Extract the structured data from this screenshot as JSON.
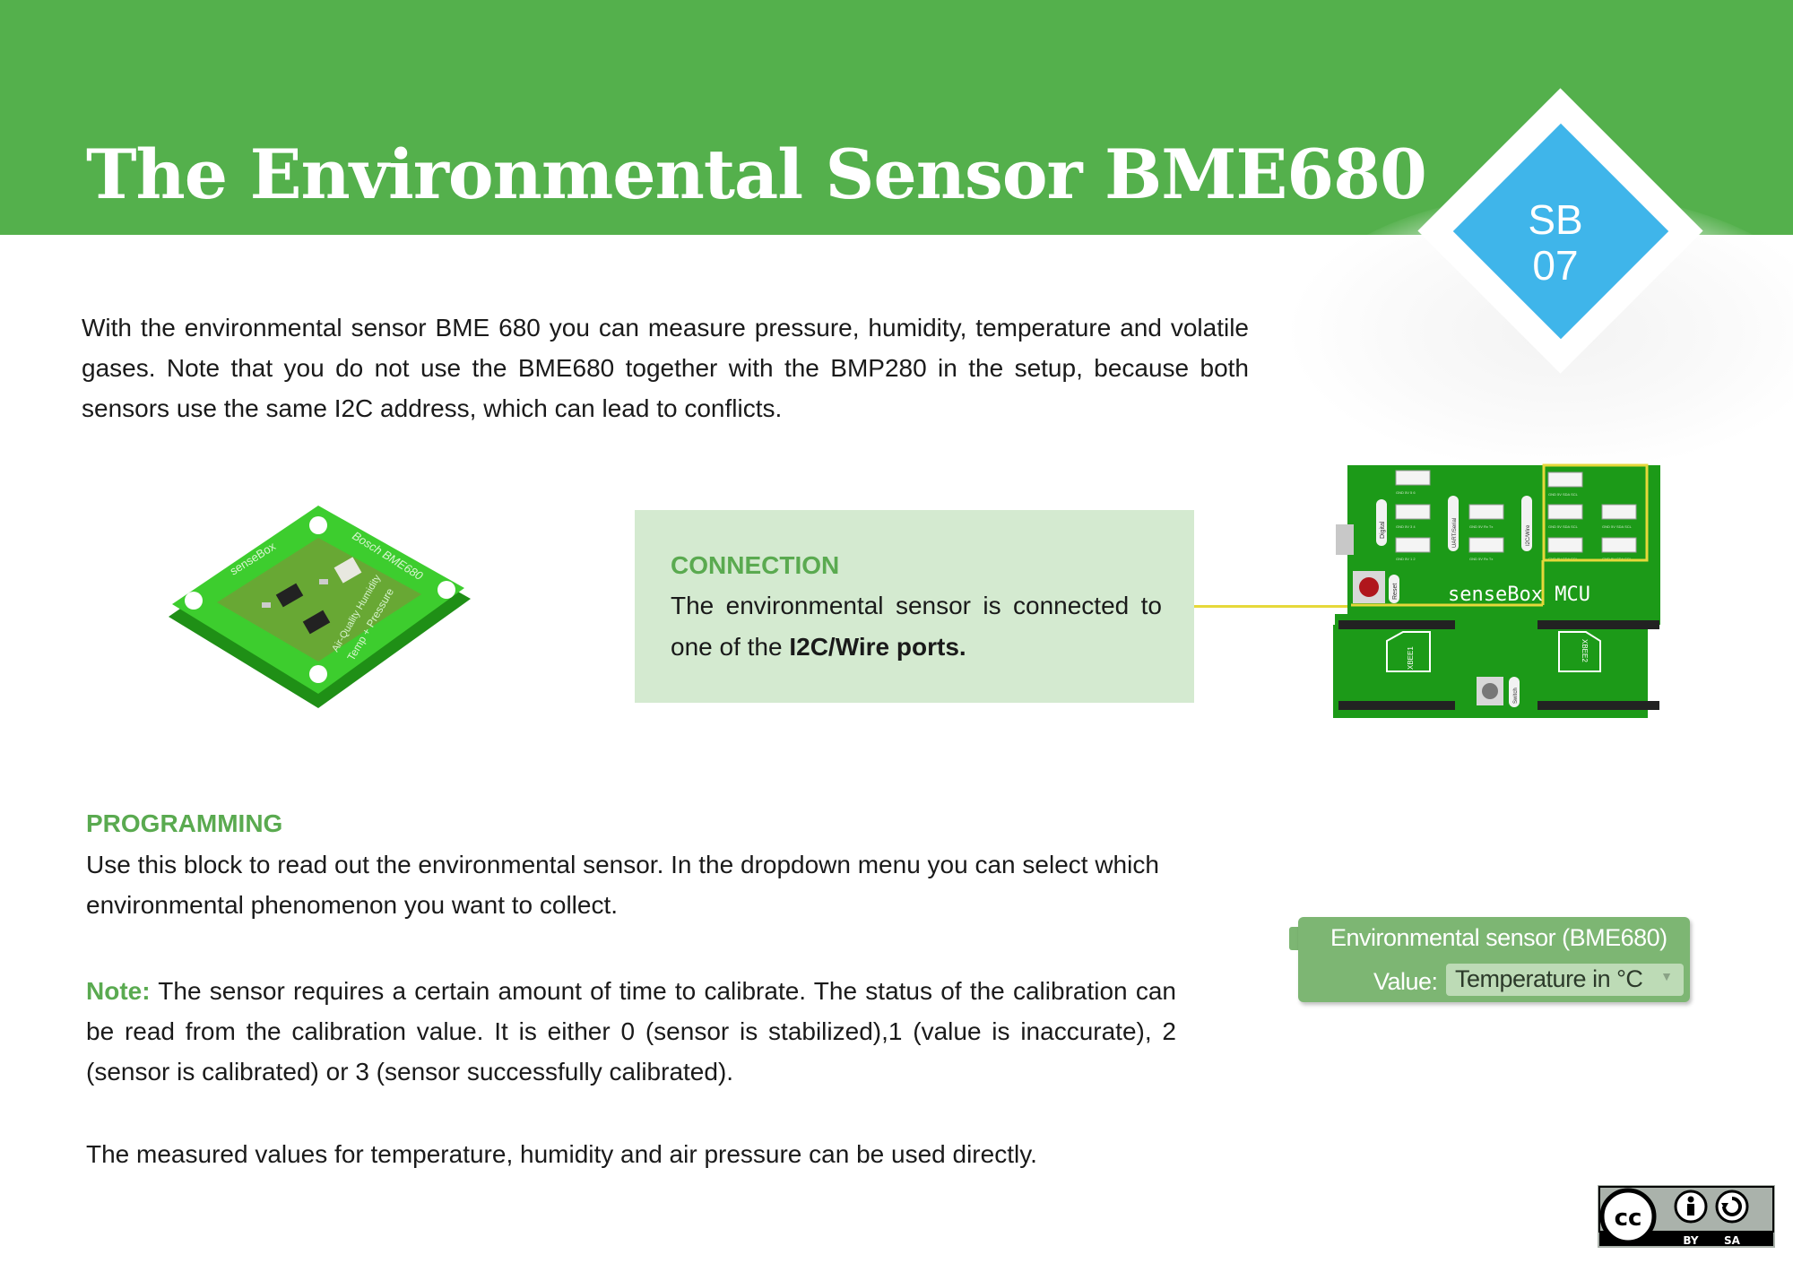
{
  "header": {
    "title": "The Environmental Sensor BME680",
    "badge_line1": "SB",
    "badge_line2": "07"
  },
  "intro": "With the environmental sensor BME 680 you can measure pressure, humidity, temperature and volatile gases. Note that you do not use the BME680 together with the BMP280 in the setup, because both sensors use the same I2C address, which can lead to conflicts.",
  "sensor_board": {
    "brand": "Bosch BME680",
    "maker": "senseBox",
    "features": "Temp + Pressure",
    "features2": "Air-Quality Humidity"
  },
  "connection": {
    "heading": "CONNECTION",
    "text_before": "The environmental sensor is connected to one of the ",
    "text_bold": "I2C/Wire ports."
  },
  "mcu_board": {
    "label": "senseBox MCU",
    "reset_label": "Reset",
    "switch_label": "Switch",
    "xbee1": "XBEE1",
    "xbee2": "XBEE2",
    "digital": "Digital",
    "uart": "UART/Serial",
    "i2c": "I2C/Wire"
  },
  "programming": {
    "heading": "PROGRAMMING",
    "text": "Use this block to read out the environmental sensor. In the dropdown menu you can select which environmental phenomenon you want to collect.",
    "note_label": "Note:",
    "note_text": " The sensor requires a certain amount of time to calibrate. The status of the calibration can be read from the calibration value. It is either 0 (sensor is stabilized),1 (value is inaccurate), 2 (sensor is calibrated) or 3 (sensor successfully calibrated).",
    "measured": "The measured values for temperature, humidity and air pressure can be used directly."
  },
  "block": {
    "title": "Environmental sensor (BME680)",
    "value_label": "Value:",
    "dropdown_value": "Temperature in °C"
  },
  "license": {
    "cc": "cc",
    "by": "BY",
    "sa": "SA"
  },
  "colors": {
    "header_green": "#54b04c",
    "badge_blue": "#3fb5ea",
    "heading_green": "#5aaa50",
    "box_bg": "#d4ead0",
    "block_green": "#7db673"
  }
}
